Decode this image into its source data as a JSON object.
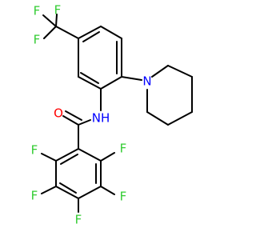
{
  "colors": {
    "bond": "#000000",
    "fluorine": "#33cc33",
    "oxygen": "#ff0000",
    "nitrogen": "#0000ff",
    "background": "#ffffff"
  },
  "labels": {
    "trifluoromethyl_f_top_left": "F",
    "trifluoromethyl_f_top": "F",
    "trifluoromethyl_f_left": "F",
    "piperidine_nitrogen": "N",
    "amide_nitrogen_hydrogen": "NH",
    "amide_oxygen": "O",
    "ring_f_upper_left": "F",
    "ring_f_upper_right": "F",
    "ring_f_lower_left": "F",
    "ring_f_lower_right": "F",
    "ring_f_bottom": "F"
  }
}
